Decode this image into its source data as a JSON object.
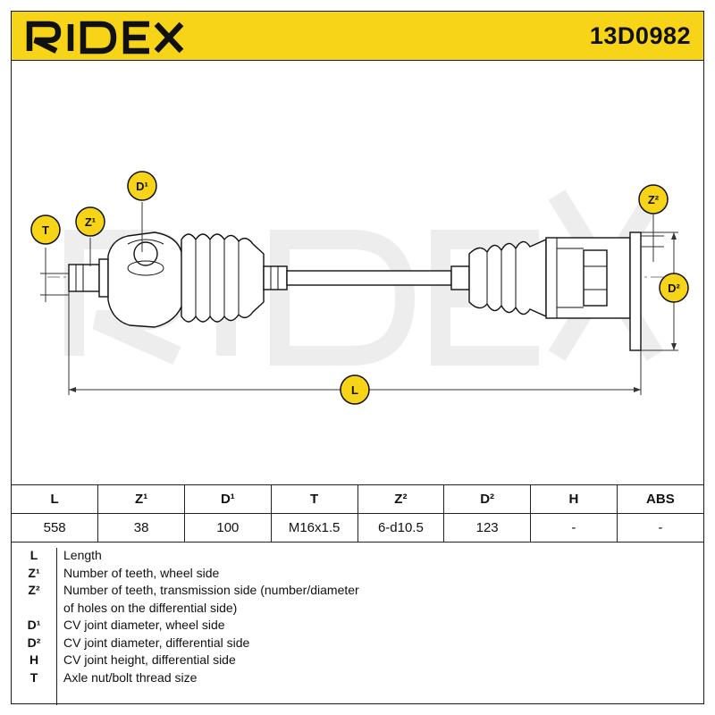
{
  "header": {
    "brand": "RIDEX",
    "part_number": "13D0982",
    "brand_color": "#f7d417"
  },
  "drawing": {
    "watermark": "RIDEX",
    "badges": {
      "T": "T",
      "Z1": "Z¹",
      "D1": "D¹",
      "Z2": "Z²",
      "D2": "D²",
      "L": "L"
    },
    "badge_color": "#f7d417"
  },
  "spec_table": {
    "headers": [
      "L",
      "Z¹",
      "D¹",
      "T",
      "Z²",
      "D²",
      "H",
      "ABS"
    ],
    "values": [
      "558",
      "38",
      "100",
      "M16x1.5",
      "6-d10.5",
      "123",
      "-",
      "-"
    ]
  },
  "legend": [
    {
      "key": "L",
      "text": "Length"
    },
    {
      "key": "Z¹",
      "text": "Number of teeth, wheel side"
    },
    {
      "key": "Z²",
      "text": "Number of teeth, transmission side (number/diameter"
    },
    {
      "key": "",
      "text": "of holes on the differential side)"
    },
    {
      "key": "D¹",
      "text": "CV joint diameter, wheel side"
    },
    {
      "key": "D²",
      "text": "CV joint diameter, differential side"
    },
    {
      "key": "H",
      "text": "CV joint height, differential side"
    },
    {
      "key": "T",
      "text": "Axle nut/bolt thread size"
    }
  ]
}
